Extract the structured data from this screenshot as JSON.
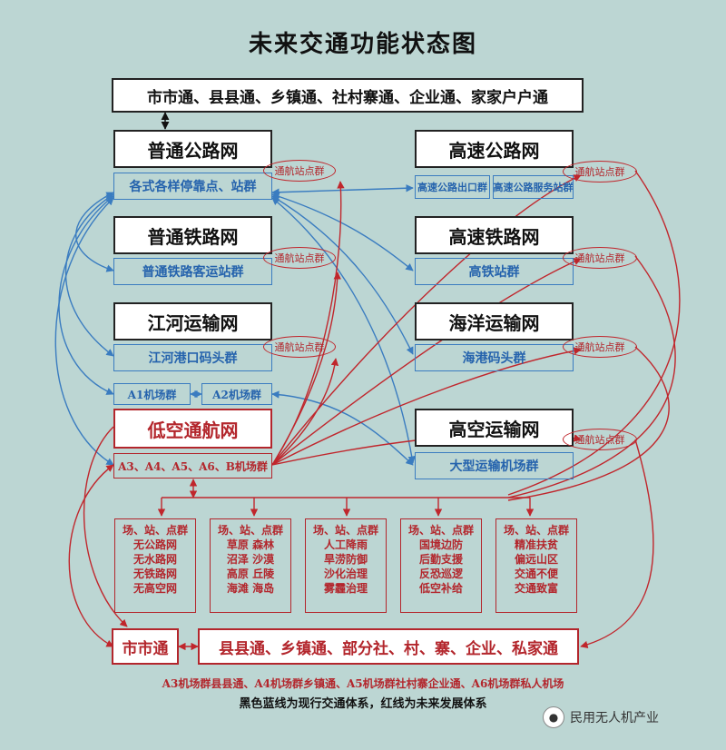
{
  "title": "未来交通功能状态图",
  "top_bar": "市市通、县县通、乡镇通、社村寨通、企业通、家家户户通",
  "left_networks": [
    {
      "name": "普通公路网",
      "station": "各式各样停靠点、站群"
    },
    {
      "name": "普通铁路网",
      "station": "普通铁路客运站群"
    },
    {
      "name": "江河运输网",
      "station": "江河港口码头群"
    }
  ],
  "right_networks": [
    {
      "name": "高速公路网",
      "stations": [
        "高速公路出口群",
        "高速公路服务站群"
      ]
    },
    {
      "name": "高速铁路网",
      "station": "高铁站群"
    },
    {
      "name": "海洋运输网",
      "station": "海港码头群"
    },
    {
      "name": "高空运输网",
      "station": "大型运输机场群"
    }
  ],
  "airport_a1": "A1机场群",
  "airport_a2": "A2机场群",
  "lowalt": {
    "name": "低空通航网",
    "station": "A3、A4、A5、A6、B机场群"
  },
  "oval_label": "通航站点群",
  "categories": [
    [
      "场、站、点群",
      "无公路网",
      "无水路网",
      "无铁路网",
      "无高空网"
    ],
    [
      "场、站、点群",
      "草原  森林",
      "沼泽  沙漠",
      "高原  丘陵",
      "海滩  海岛"
    ],
    [
      "场、站、点群",
      "人工降雨",
      "旱涝防御",
      "沙化治理",
      "雾霾治理"
    ],
    [
      "场、站、点群",
      "国境边防",
      "后勤支援",
      "反恐巡逻",
      "低空补给"
    ],
    [
      "场、站、点群",
      "精准扶贫",
      "偏远山区",
      "交通不便",
      "交通致富"
    ]
  ],
  "bottom_left": "市市通",
  "bottom_right": "县县通、乡镇通、部分社、村、寨、企业、私家通",
  "note_red": "A3机场群县县通、A4机场群乡镇通、A5机场群社村寨企业通、A6机场群私人机场",
  "note_black": "黑色蓝线为现行交通体系，红线为未来发展体系",
  "watermark": "民用无人机产业",
  "colors": {
    "blue": "#3a7cc0",
    "red": "#c0262c",
    "bg": "#bcd6d3"
  }
}
